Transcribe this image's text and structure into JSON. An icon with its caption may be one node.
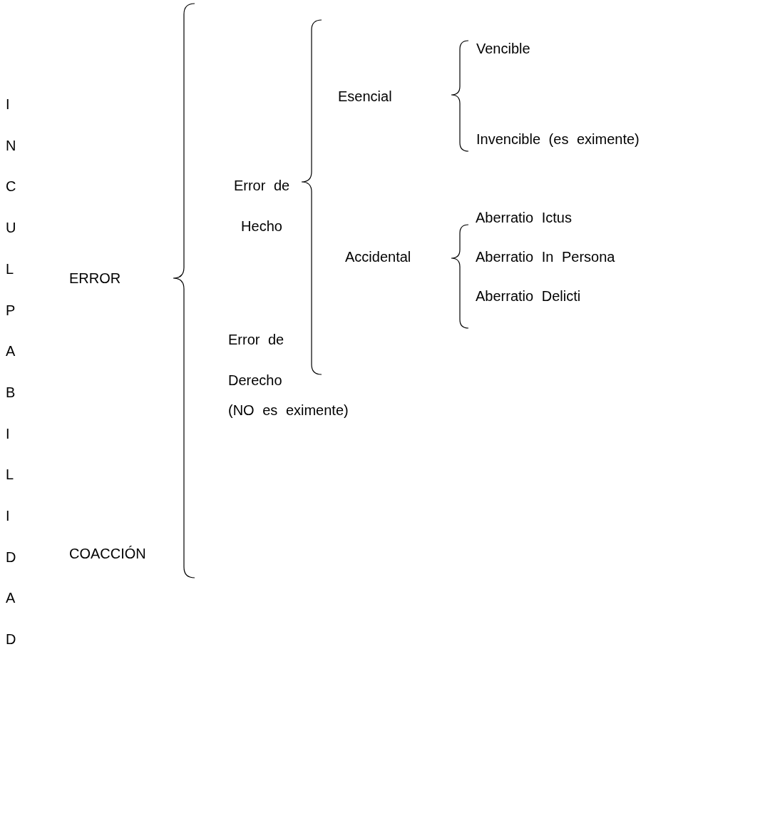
{
  "diagram": {
    "labels": [
      "I N C U L P A B I L I D A D",
      "ERROR",
      "Error de Hecho",
      "Esencial",
      "Vencible",
      "Invencible (es eximente)",
      "Accidental",
      "Aberratio Ictus",
      "Aberratio In Persona",
      "Aberratio Delicti",
      "Error de Derecho",
      "(NO es eximente)",
      "COACCIÓN"
    ]
  }
}
